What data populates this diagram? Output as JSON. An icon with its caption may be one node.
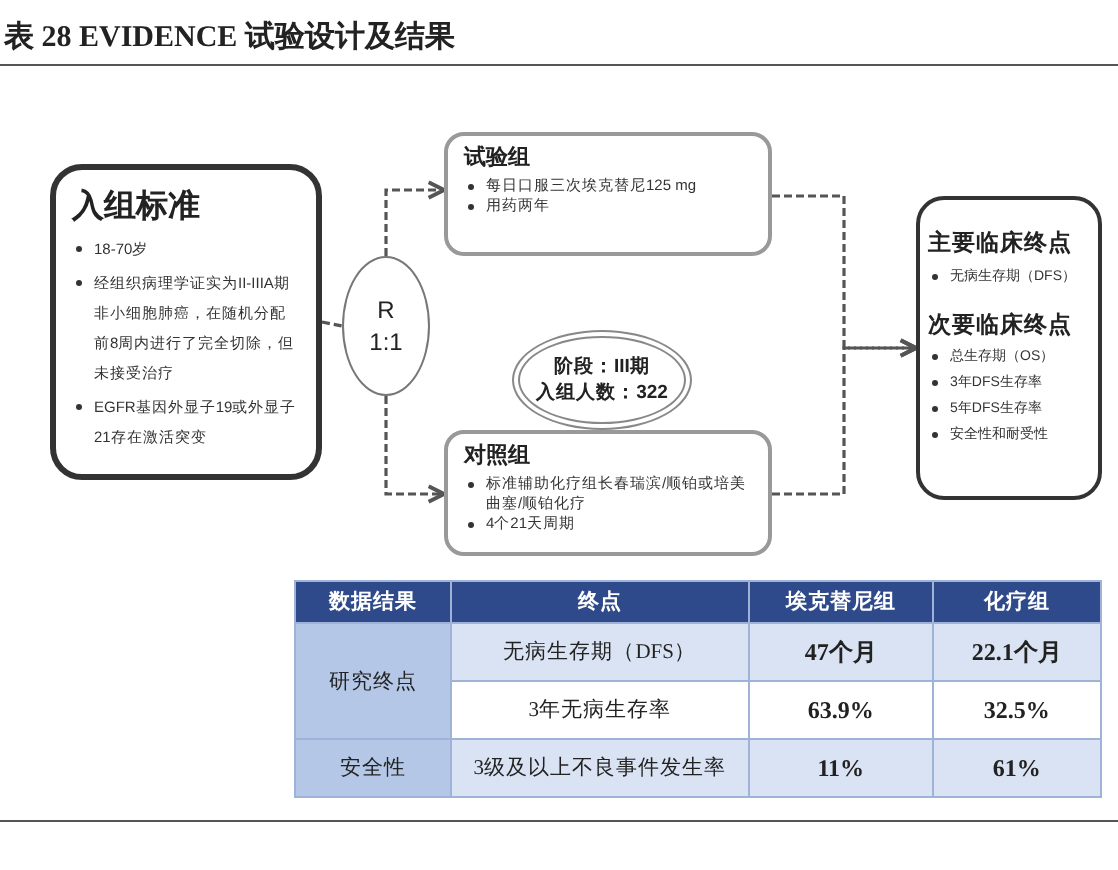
{
  "diagram": {
    "title": "表 28 EVIDENCE 试验设计及结果",
    "nodes": [
      {
        "text": [
          "入组标准",
          "18-70岁",
          "经组织病理学证实为II-IIIA期非小细胞肺癌，在随机分配前8周内进行了完全切除，但未接受治疗",
          "EGFR基因外显子19或外显子21存在激活突变"
        ]
      },
      {
        "text": [
          "R 1:1"
        ]
      },
      {
        "text": [
          "试验组",
          "每日口服三次埃克替尼125 mg",
          "用药两年"
        ]
      },
      {
        "text": [
          "阶段：III期",
          "入组人数：322"
        ]
      },
      {
        "text": [
          "对照组",
          "标准辅助化疗组长春瑞滨/顺铂或培美曲塞/顺铂化疗",
          "4个21天周期"
        ]
      },
      {
        "text": [
          "主要临床终点",
          "无病生存期（DFS）",
          "次要临床终点",
          "总生存期（OS）",
          "3年DFS生存率",
          "5年DFS生存率",
          "安全性和耐受性"
        ]
      }
    ],
    "edges": [
      {
        "from": 0,
        "to": 1,
        "arrow": "none",
        "style": "dashed"
      },
      {
        "from": 1,
        "to": 2,
        "arrow": "to",
        "style": "dashed"
      },
      {
        "from": 1,
        "to": 4,
        "arrow": "to",
        "style": "dashed"
      },
      {
        "from": 2,
        "to": 5,
        "arrow": "to",
        "style": "dashed"
      },
      {
        "from": 4,
        "to": 5,
        "arrow": "to",
        "style": "dashed"
      }
    ],
    "labels": [
      "数据结果",
      "终点",
      "埃克替尼组",
      "化疗组",
      "研究终点",
      "无病生存期（DFS）",
      "47个月",
      "22.1个月",
      "3年无病生存率",
      "63.9%",
      "32.5%",
      "安全性",
      "3级及以上不良事件发生率",
      "11%",
      "61%"
    ]
  }
}
